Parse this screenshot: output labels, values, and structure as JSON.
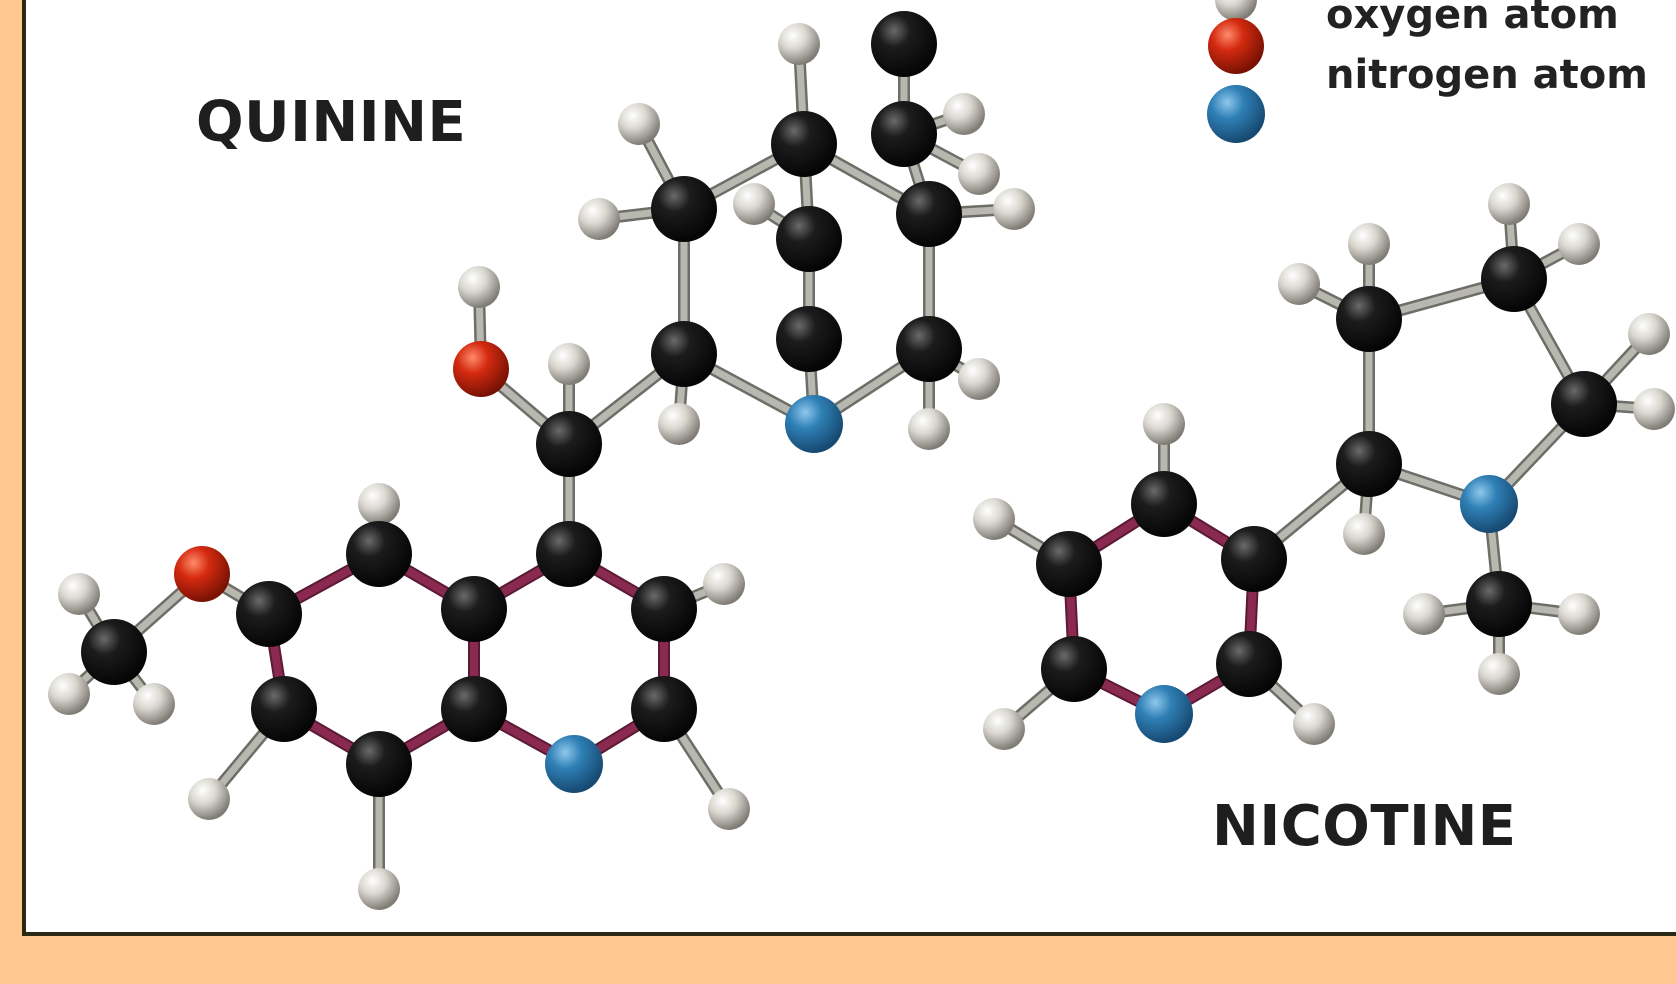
{
  "molecules": {
    "quinine": {
      "name": "QUININE"
    },
    "nicotine": {
      "name": "NICOTINE"
    }
  },
  "legend": {
    "oxygen": {
      "label": "oxygen atom",
      "color": "#D03010"
    },
    "nitrogen": {
      "label": "nitrogen atom",
      "color": "#2E7FB4"
    }
  },
  "colors": {
    "background": "#FFC890",
    "panel": "#FFFFFF",
    "border": "#2A2A14",
    "carbon": "#111111",
    "hydrogen": "#D8D6CC",
    "aromatic_bond": "#8A2A50",
    "single_bond": "#B8B8B0"
  }
}
